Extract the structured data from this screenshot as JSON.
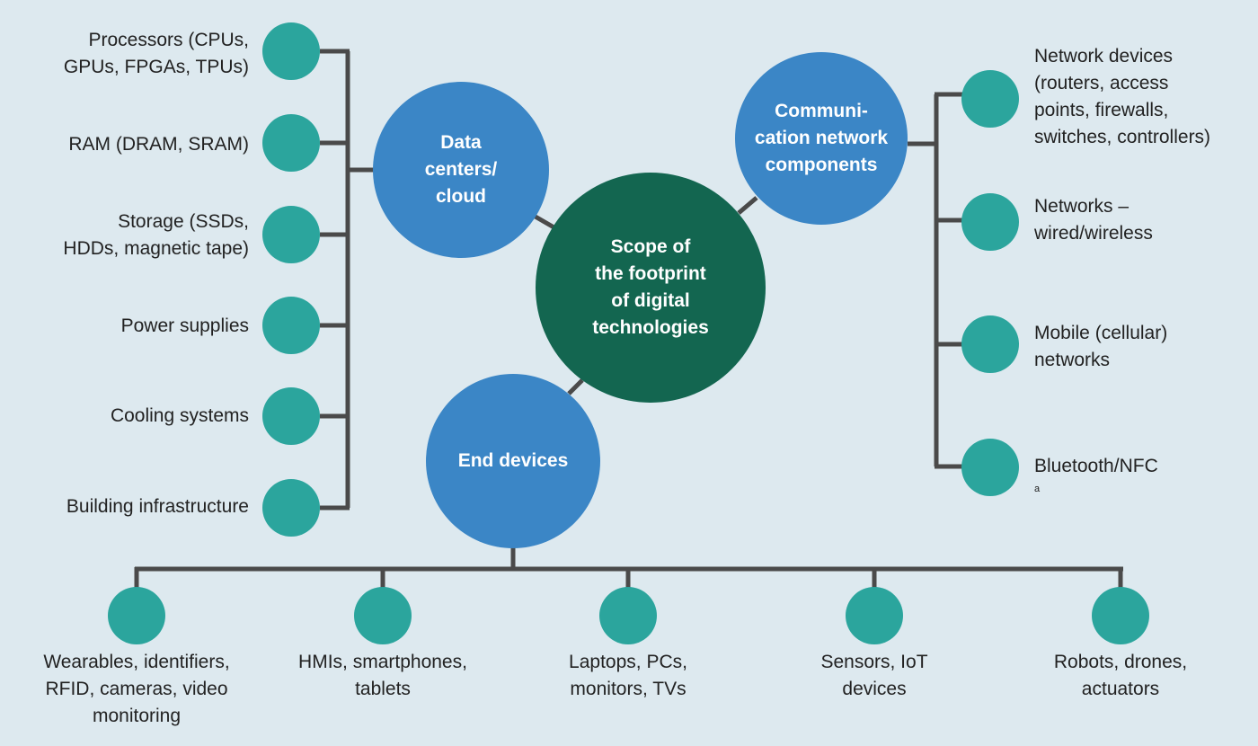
{
  "center": {
    "lines": [
      "Scope of",
      "the footprint",
      "of digital",
      "technologies"
    ]
  },
  "hubs": {
    "datacenters": {
      "lines": [
        "Data",
        "centers/",
        "cloud"
      ]
    },
    "network": {
      "lines": [
        "Communi-",
        "cation network",
        "components"
      ]
    },
    "enddevices": {
      "lines": [
        "End devices"
      ]
    }
  },
  "datacenter_items": [
    {
      "lines": [
        "Processors (CPUs,",
        "GPUs, FPGAs, TPUs)"
      ]
    },
    {
      "lines": [
        "RAM (DRAM, SRAM)"
      ]
    },
    {
      "lines": [
        "Storage (SSDs,",
        "HDDs, magnetic tape)"
      ]
    },
    {
      "lines": [
        "Power supplies"
      ]
    },
    {
      "lines": [
        "Cooling systems"
      ]
    },
    {
      "lines": [
        "Building infrastructure"
      ]
    }
  ],
  "network_items": [
    {
      "lines": [
        "Network devices",
        "(routers, access",
        "points, firewalls,",
        "switches, controllers)"
      ]
    },
    {
      "lines": [
        "Networks –",
        "wired/wireless"
      ]
    },
    {
      "lines": [
        "Mobile (cellular)",
        "networks"
      ]
    },
    {
      "lines": [
        "Bluetooth/NFC"
      ],
      "footnote": "a"
    }
  ],
  "enddevice_items": [
    {
      "lines": [
        "Wearables, identifiers,",
        "RFID, cameras, video",
        "monitoring"
      ]
    },
    {
      "lines": [
        "HMIs, smartphones,",
        "tablets"
      ]
    },
    {
      "lines": [
        "Laptops, PCs,",
        "monitors, TVs"
      ]
    },
    {
      "lines": [
        "Sensors, IoT",
        "devices"
      ]
    },
    {
      "lines": [
        "Robots, drones,",
        "actuators"
      ]
    }
  ],
  "colors": {
    "background": "#dde9ef",
    "center_circle": "#136650",
    "hub_circle": "#3b86c6",
    "item_dot": "#2ba59d",
    "connector": "#4a4a4a",
    "text": "#222222"
  }
}
